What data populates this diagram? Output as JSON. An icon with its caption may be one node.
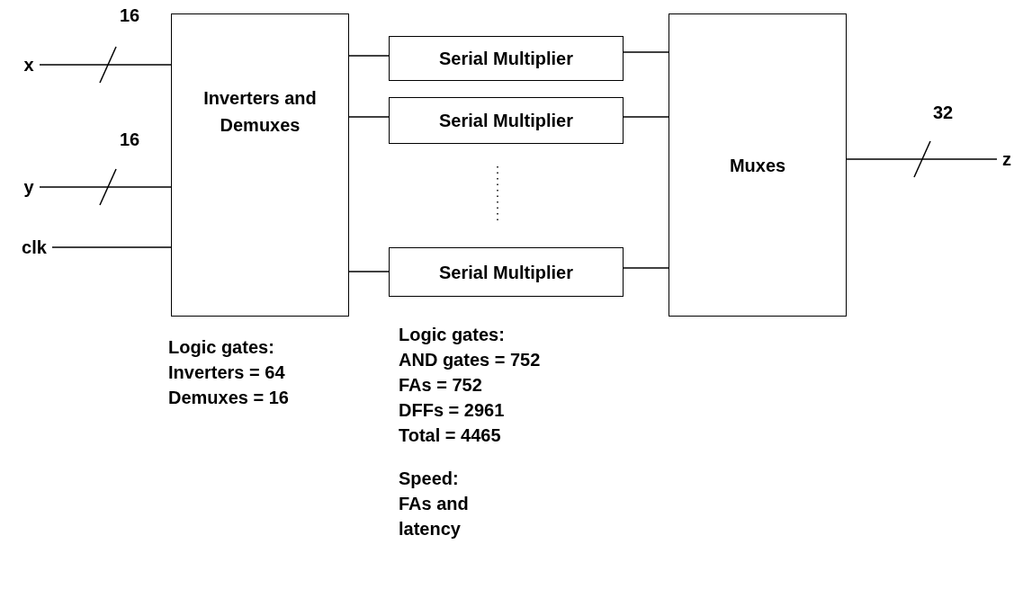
{
  "diagram": {
    "nodes": [
      {
        "text": [
          "x"
        ]
      },
      {
        "text": [
          "y"
        ]
      },
      {
        "text": [
          "clk"
        ]
      },
      {
        "text": [
          "Inverters and Demuxes"
        ],
        "beside": [
          "Logic gates:",
          "Inverters = 64",
          "Demuxes = 16"
        ]
      },
      {
        "text": [
          "Serial Multiplier"
        ]
      },
      {
        "text": [
          "Serial Multiplier"
        ]
      },
      {
        "text": [
          "Serial Multiplier"
        ],
        "beside": [
          "Logic gates:",
          "AND gates = 752",
          "FAs =  752",
          "DFFs = 2961",
          "Total = 4465",
          "Speed:",
          "FAs and latency"
        ]
      },
      {
        "text": [
          "Muxes"
        ]
      },
      {
        "text": [
          "z"
        ]
      }
    ],
    "edges": [
      {
        "from": 0,
        "to": 3,
        "arrow": "none",
        "label": "16"
      },
      {
        "from": 1,
        "to": 3,
        "arrow": "none",
        "label": "16"
      },
      {
        "from": 2,
        "to": 3,
        "arrow": "none"
      },
      {
        "from": 3,
        "to": 4,
        "arrow": "none"
      },
      {
        "from": 3,
        "to": 5,
        "arrow": "none"
      },
      {
        "from": 3,
        "to": 6,
        "arrow": "none"
      },
      {
        "from": 4,
        "to": 7,
        "arrow": "none"
      },
      {
        "from": 5,
        "to": 7,
        "arrow": "none"
      },
      {
        "from": 6,
        "to": 7,
        "arrow": "none"
      },
      {
        "from": 7,
        "to": 8,
        "arrow": "none",
        "label": "32"
      }
    ]
  }
}
